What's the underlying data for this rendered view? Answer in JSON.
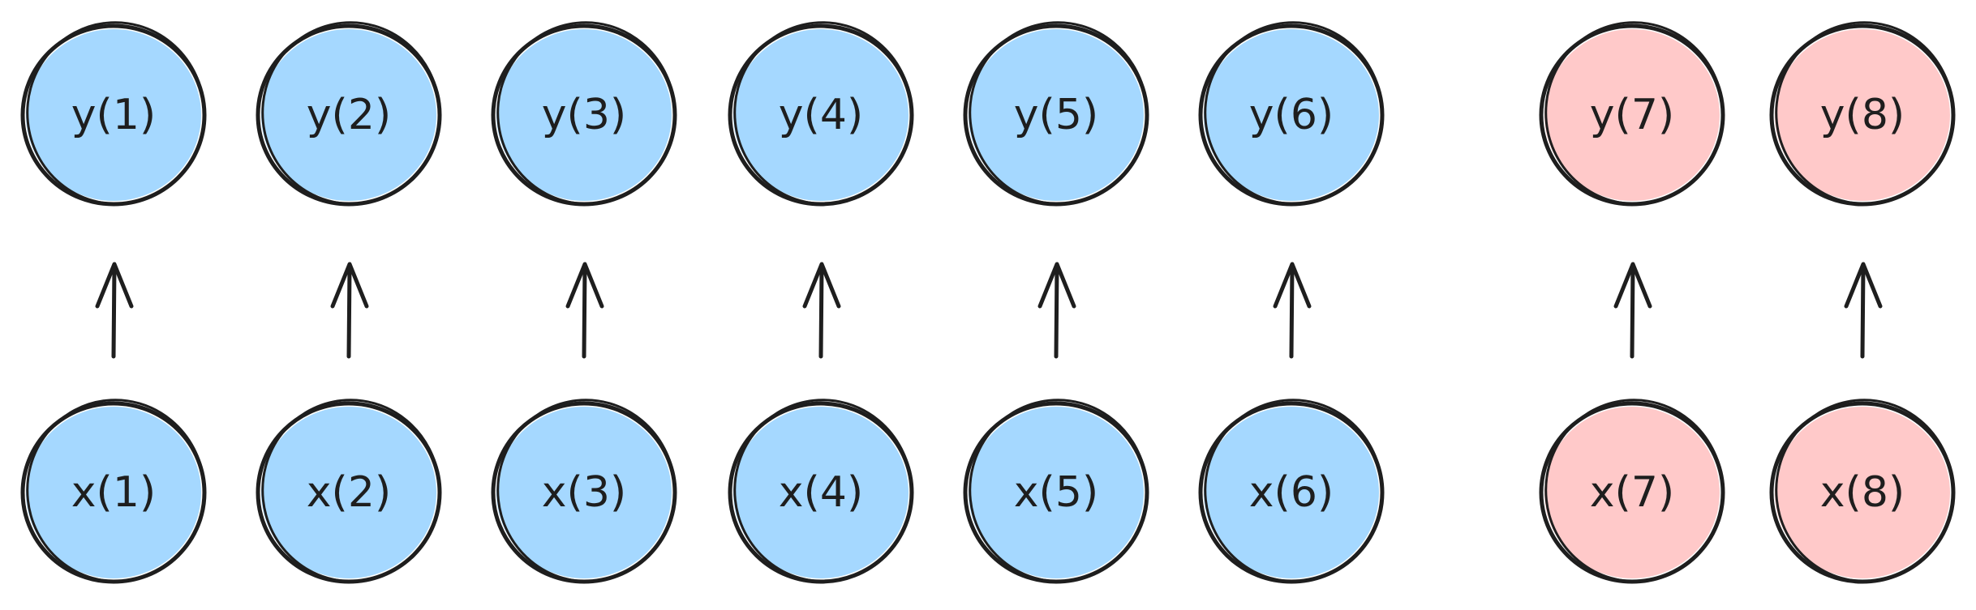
{
  "colors": {
    "blue_fill": "#a5d8ff",
    "pink_fill": "#ffc9c9",
    "stroke": "#1e1e1e"
  },
  "nodes": [
    {
      "output_label": "y(1)",
      "input_label": "x(1)",
      "fill": "#a5d8ff"
    },
    {
      "output_label": "y(2)",
      "input_label": "x(2)",
      "fill": "#a5d8ff"
    },
    {
      "output_label": "y(3)",
      "input_label": "x(3)",
      "fill": "#a5d8ff"
    },
    {
      "output_label": "y(4)",
      "input_label": "x(4)",
      "fill": "#a5d8ff"
    },
    {
      "output_label": "y(5)",
      "input_label": "x(5)",
      "fill": "#a5d8ff"
    },
    {
      "output_label": "y(6)",
      "input_label": "x(6)",
      "fill": "#a5d8ff"
    },
    {
      "output_label": "y(7)",
      "input_label": "x(7)",
      "fill": "#ffc9c9"
    },
    {
      "output_label": "y(8)",
      "input_label": "x(8)",
      "fill": "#ffc9c9"
    }
  ]
}
